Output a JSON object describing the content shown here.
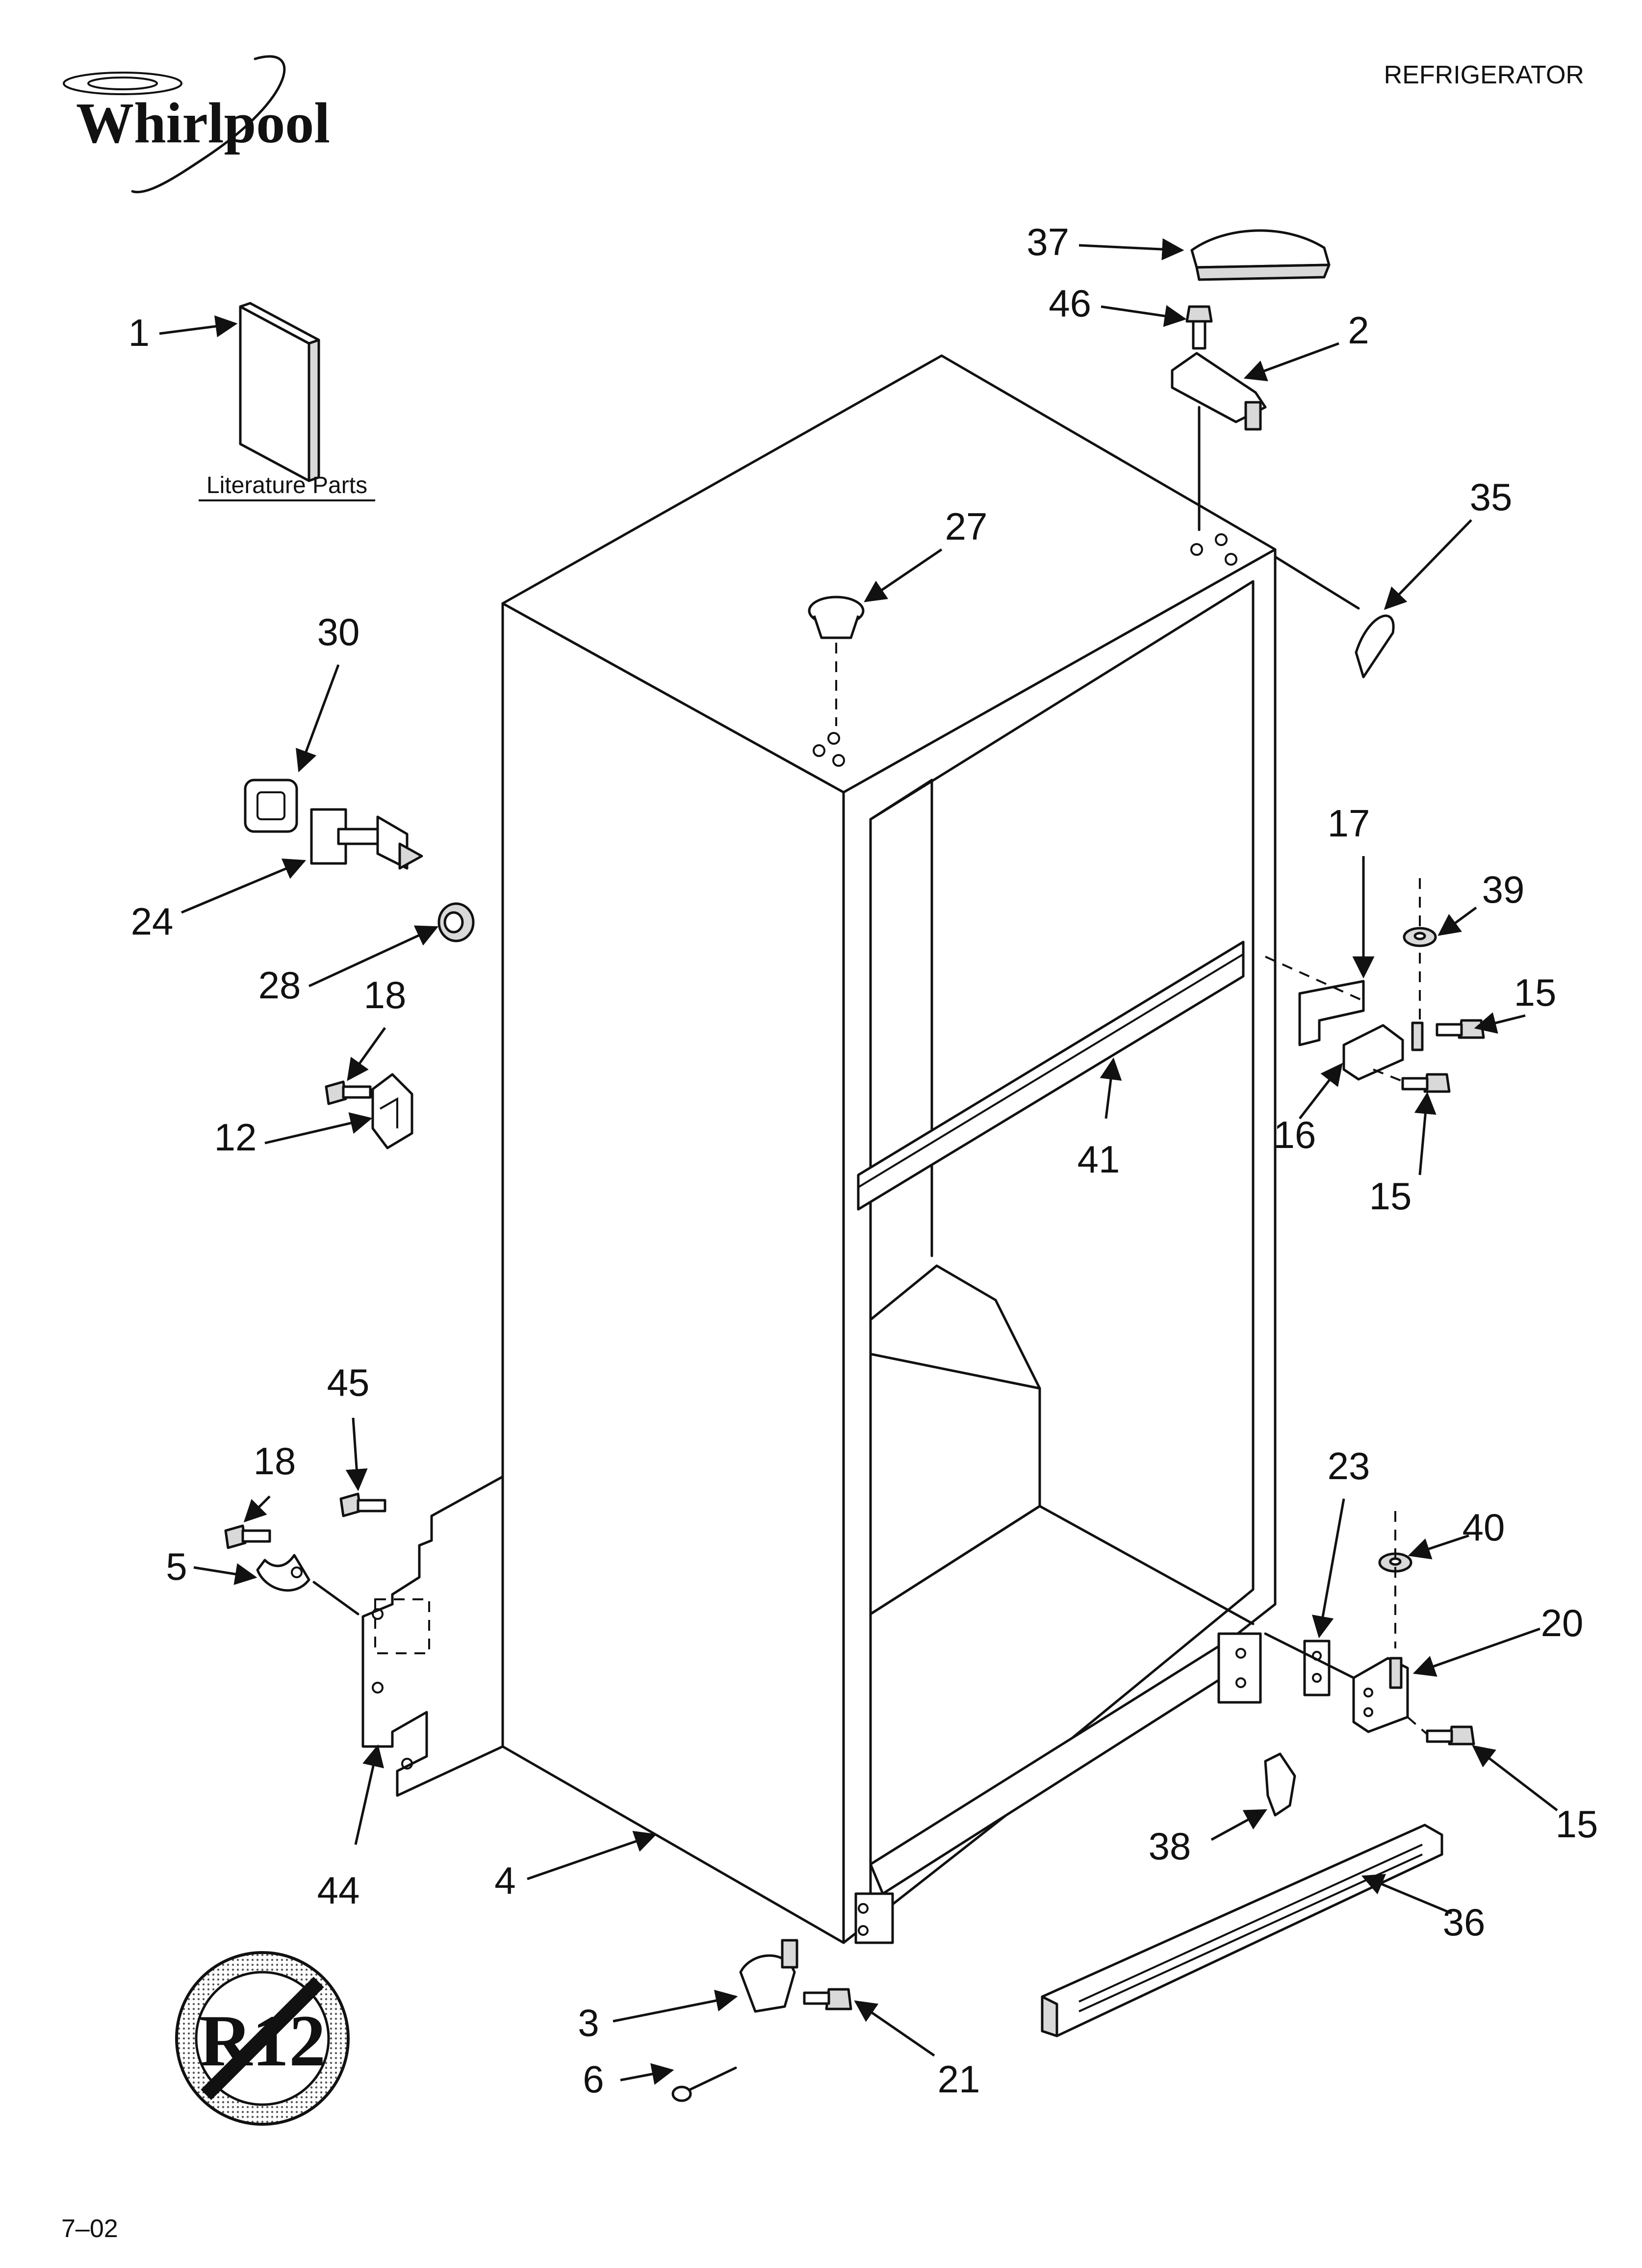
{
  "header": {
    "brand": "Whirlpool",
    "title": "REFRIGERATOR"
  },
  "literature_label": "Literature Parts",
  "symbol_text": "R12",
  "footer_code": "7–02",
  "callouts": [
    "1",
    "2",
    "3",
    "4",
    "5",
    "6",
    "12",
    "15",
    "15",
    "15",
    "16",
    "17",
    "18",
    "18",
    "20",
    "21",
    "23",
    "24",
    "27",
    "28",
    "30",
    "35",
    "36",
    "37",
    "38",
    "39",
    "40",
    "41",
    "44",
    "45",
    "46"
  ]
}
